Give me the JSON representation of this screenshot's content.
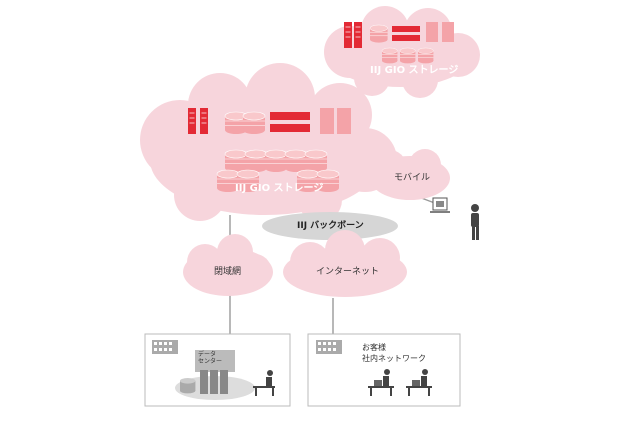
{
  "labels": {
    "storage_top": "IIJ GIO ストレージ",
    "storage_main": "IIJ GIO ストレージ",
    "mobile": "モバイル",
    "backbone": "IIJ バックボーン",
    "closed_network": "閉域網",
    "internet": "インターネット",
    "data_center": "データ\nセンター",
    "customer_line1": "お客様",
    "customer_line2": "社内ネットワーク"
  },
  "colors": {
    "cloud_pink": "#f7d5dc",
    "backbone_gray": "#d6d6d6",
    "device_red": "#e32a35",
    "disk_pink": "#f4a3a8",
    "box_border": "#bbbbbb",
    "line_gray": "#999999"
  },
  "icons": [
    "server-rack-icon",
    "disk-stack-icon",
    "network-switch-icon",
    "storage-box-icon",
    "laptop-icon",
    "person-icon",
    "building-icon",
    "desk-worker-icon"
  ]
}
